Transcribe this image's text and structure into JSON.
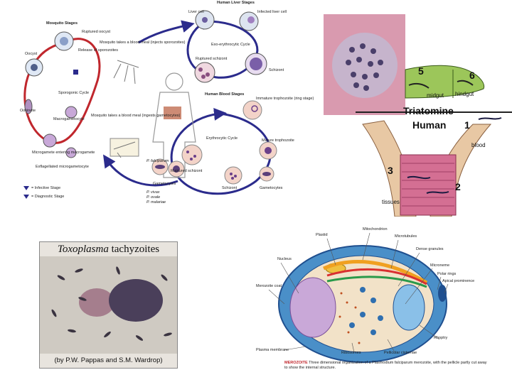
{
  "malaria": {
    "labels": {
      "human_liver_stages": "Human Liver Stages",
      "liver_cell": "Liver cell",
      "infected_liver_cell": "Infected liver cell",
      "exo_erythrocytic_cycle": "Exo-erythrocytic Cycle",
      "ruptured_schizont_top": "Ruptured schizont",
      "schizont_top": "Schizont",
      "mosquito_stages": "Mosquito Stages",
      "ruptured_oocyst": "Ruptured oocyst",
      "release_sporozoites": "Release of sporozoites",
      "oocyst": "Oocyst",
      "sporogonic_cycle": "Sporogonic Cycle",
      "ookinete": "Ookinete",
      "macrogametocyte": "Macrogametocyte",
      "microgamete_entering": "Microgamete entering macrogamete",
      "exflagellated": "Exflagellated microgametocyte",
      "mosquito_blood_meal_1": "Mosquito takes a blood meal (injects sporozoites)",
      "mosquito_blood_meal_2": "Mosquito takes a blood meal (ingests gametocytes)",
      "human_blood_stages": "Human Blood Stages",
      "immature_trophozoite": "Immature trophozoite (ring stage)",
      "erythrocytic_cycle": "Erythrocytic Cycle",
      "mature_trophozoite": "Mature trophozoite",
      "ruptured_schizont_bottom": "Ruptured schizont",
      "schizont_bottom": "Schizont",
      "gametocytes_right": "Gametocytes",
      "gametocytes_left": "Gametocytes",
      "p_falciparum": "P. falciparum",
      "p_vivax": "P. vivax",
      "p_ovale": "P. ovale",
      "p_malariae": "P. malariae",
      "infective_stage": "= Infective Stage",
      "diagnostic_stage": "= Diagnostic Stage"
    },
    "colors": {
      "cycle_blue": "#2b2b8c",
      "cycle_red": "#c0272d"
    }
  },
  "chagas": {
    "labels": {
      "n5": "5",
      "n6": "6",
      "midgut": "midgut",
      "hindgut": "hindgut",
      "triatomine": "Triatomine",
      "human": "Human",
      "n1": "1",
      "blood": "blood",
      "n3": "3",
      "n2": "2",
      "tissues": "tissues"
    },
    "colors": {
      "bug_green": "#9cc65a",
      "skin": "#e8c8a4",
      "muscle": "#d46f93"
    }
  },
  "toxo": {
    "title_italic": "Toxoplasma",
    "title_rest": " tachyzoites",
    "credit": "(by P.W. Pappas and S.M. Wardrop)"
  },
  "merozoite": {
    "labels": {
      "mitochondrion": "Mitochondrion",
      "plastid": "Plastid",
      "microtubules": "Microtubules",
      "dense_granules": "Dense granules",
      "nucleus": "Nucleus",
      "microneme": "Microneme",
      "merozoite_coat": "Merozoite coat",
      "polar_rings": "Polar rings",
      "apical_prominence": "Apical prominence",
      "rhoptry": "Rhoptry",
      "plasma_membrane": "Plasma membrane",
      "ribosomes": "Ribosomes",
      "pellicular_cisternae": "Pellicular cisternae"
    },
    "caption_title": "MEROZOITE",
    "caption": "Three dimensional organization of a Plasmodium falciparum merozoite, with the pellicle partly cut away to show the internal structure.",
    "colors": {
      "coat_blue": "#4a8fc8",
      "interior": "#f2e2c8",
      "outline": "#1f4f8f"
    }
  }
}
